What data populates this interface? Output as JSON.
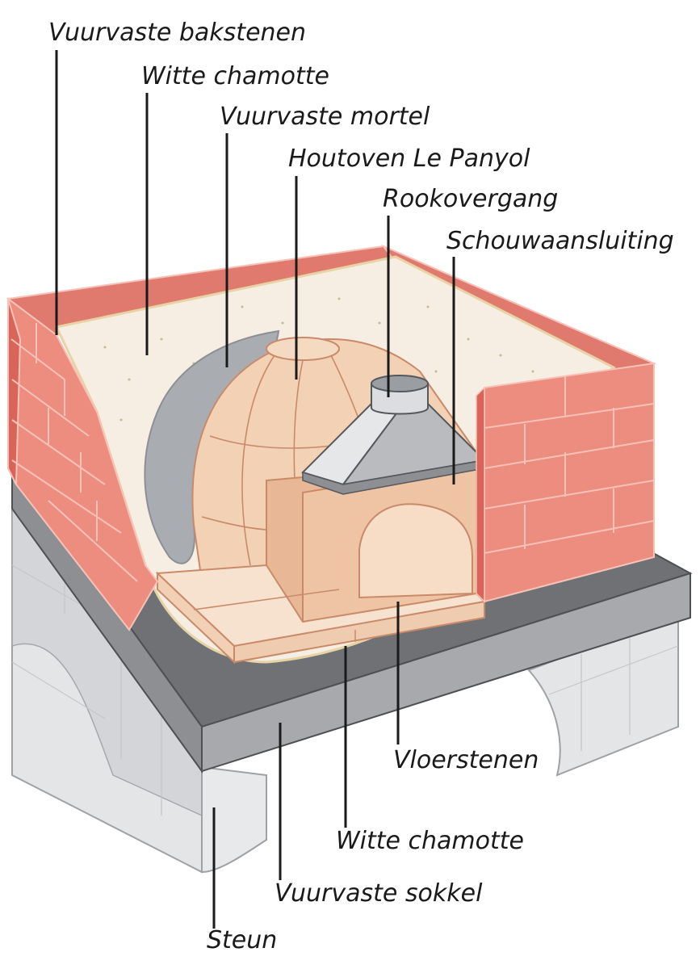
{
  "diagram": {
    "labels": {
      "fire_bricks": "Vuurvaste bakstenen",
      "white_chamotte_top": "Witte chamotte",
      "fire_mortar": "Vuurvaste mortel",
      "oven": "Houtoven Le Panyol",
      "smoke_transition": "Rookovergang",
      "chimney_connection": "Schouwaansluiting",
      "floor_stones": "Vloerstenen",
      "white_chamotte_bottom": "Witte chamotte",
      "fire_base": "Vuurvaste sokkel",
      "support": "Steun"
    },
    "colors": {
      "brick": "#ec8d80",
      "brick_dark": "#d9655a",
      "brick_line": "#f7c2b8",
      "chamotte": "#f6eee2",
      "chamotte_edge": "#e8d3a6",
      "mortar": "#a9adb2",
      "oven": "#f2d1b4",
      "oven_line": "#c98a6a",
      "slab_top": "#6f7175",
      "slab_side": "#a7a9ac",
      "support": "#e4e5e7",
      "leader": "#1a1a1a"
    }
  }
}
